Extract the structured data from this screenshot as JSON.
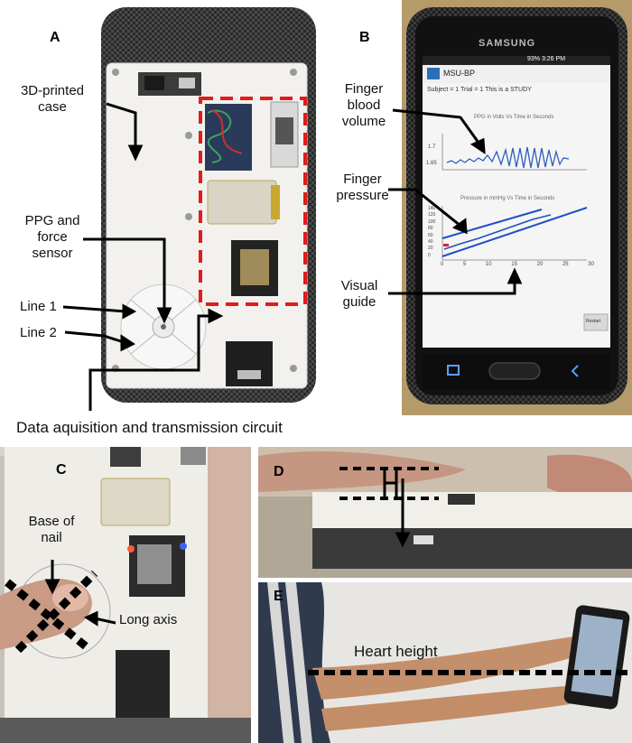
{
  "panels": {
    "a": {
      "letter": "A",
      "labels": {
        "case_line1": "3D-printed",
        "case_line2": "case",
        "sensor_line1": "PPG and",
        "sensor_line2": "force",
        "sensor_line3": "sensor",
        "line1": "Line 1",
        "line2": "Line 2",
        "circuit": "Data aquisition and transmission circuit"
      }
    },
    "b": {
      "letter": "B",
      "phone_brand": "SAMSUNG",
      "status_bar": "93% 3:26 PM",
      "app_title": "MSU-BP",
      "subject_line": "Subject = 1 Trial = 1 This is a STUDY",
      "ppg_plot_title": "PPG in Volts Vs Time in Seconds",
      "ppg_y_ticks": [
        "1.7",
        "1.65"
      ],
      "pressure_plot_title": "Pressure in mmHg Vs Time in Seconds",
      "pressure_y_ticks": [
        "140",
        "120",
        "100",
        "80",
        "60",
        "40",
        "20",
        "0"
      ],
      "x_ticks": [
        "0",
        "5",
        "10",
        "15",
        "20",
        "25",
        "30"
      ],
      "restart_button": "Restart",
      "labels": {
        "blood_line1": "Finger",
        "blood_line2": "blood",
        "blood_line3": "volume",
        "pressure_line1": "Finger",
        "pressure_line2": "pressure",
        "guide_line1": "Visual",
        "guide_line2": "guide"
      }
    },
    "c": {
      "letter": "C",
      "labels": {
        "nail_line1": "Base of",
        "nail_line2": "nail",
        "long_axis": "Long axis"
      }
    },
    "d": {
      "letter": "D"
    },
    "e": {
      "letter": "E",
      "labels": {
        "heart_height": "Heart height"
      }
    }
  }
}
